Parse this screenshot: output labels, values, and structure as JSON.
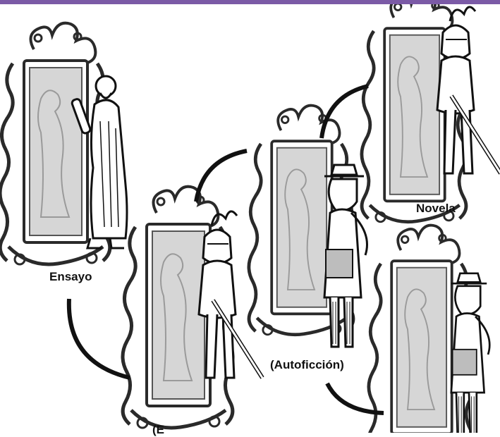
{
  "labels": {
    "ensayo": "Ensayo",
    "novela": "Novela",
    "autoficcion": "(Autoficción)",
    "cut_off_bottom": "(E"
  },
  "colors": {
    "top_bar": "#7b5aa6",
    "ink": "#111111",
    "frame": "#2a2a2a",
    "glass": "#d6d6d6"
  },
  "icons": [
    "ornate-mirror-icon",
    "greek-philosopher-icon",
    "knight-icon",
    "modern-man-with-hat-icon"
  ]
}
